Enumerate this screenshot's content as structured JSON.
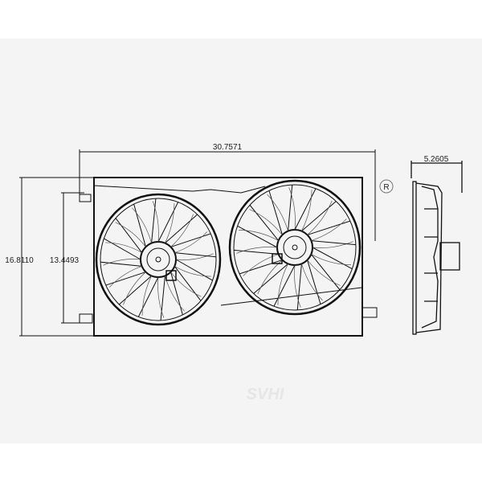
{
  "dimensions": {
    "width": "30.7571",
    "height_overall": "16.8110",
    "height_mount": "13.4493",
    "depth": "5.2605"
  },
  "registered_mark": "R",
  "watermark": "SVHI",
  "colors": {
    "line": "#111111",
    "background": "#f4f4f4",
    "watermark": "#e6e6e6"
  }
}
